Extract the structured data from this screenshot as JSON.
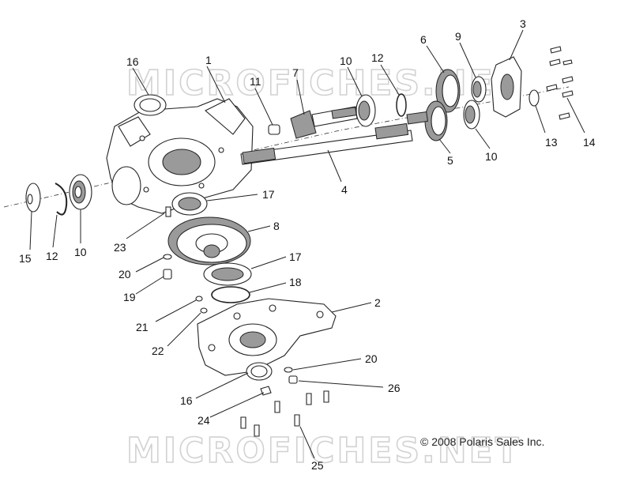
{
  "watermark_top": "MICROFICHES.NET",
  "watermark_bottom": "MICROFICHES.NET",
  "copyright": "© 2008 Polaris Sales Inc.",
  "callouts": [
    {
      "id": "c16a",
      "text": "16"
    },
    {
      "id": "c1",
      "text": "1"
    },
    {
      "id": "c11",
      "text": "11"
    },
    {
      "id": "c7",
      "text": "7"
    },
    {
      "id": "c10a",
      "text": "10"
    },
    {
      "id": "c12a",
      "text": "12"
    },
    {
      "id": "c6",
      "text": "6"
    },
    {
      "id": "c9",
      "text": "9"
    },
    {
      "id": "c3",
      "text": "3"
    },
    {
      "id": "c13",
      "text": "13"
    },
    {
      "id": "c14",
      "text": "14"
    },
    {
      "id": "c5",
      "text": "5"
    },
    {
      "id": "c10b",
      "text": "10"
    },
    {
      "id": "c4",
      "text": "4"
    },
    {
      "id": "c17a",
      "text": "17"
    },
    {
      "id": "c8",
      "text": "8"
    },
    {
      "id": "c17b",
      "text": "17"
    },
    {
      "id": "c18",
      "text": "18"
    },
    {
      "id": "c2",
      "text": "2"
    },
    {
      "id": "c15",
      "text": "15"
    },
    {
      "id": "c12b",
      "text": "12"
    },
    {
      "id": "c10c",
      "text": "10"
    },
    {
      "id": "c23",
      "text": "23"
    },
    {
      "id": "c20a",
      "text": "20"
    },
    {
      "id": "c19",
      "text": "19"
    },
    {
      "id": "c21",
      "text": "21"
    },
    {
      "id": "c22",
      "text": "22"
    },
    {
      "id": "c20b",
      "text": "20"
    },
    {
      "id": "c26",
      "text": "26"
    },
    {
      "id": "c16b",
      "text": "16"
    },
    {
      "id": "c24",
      "text": "24"
    },
    {
      "id": "c25",
      "text": "25"
    }
  ]
}
